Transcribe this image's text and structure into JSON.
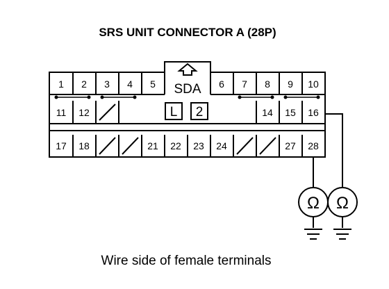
{
  "title": "SRS UNIT CONNECTOR A (28P)",
  "caption": "Wire side of female terminals",
  "connector_label": "SDA",
  "lock_labels": {
    "left": "L",
    "right": "2"
  },
  "pins": {
    "p1": "1",
    "p2": "2",
    "p3": "3",
    "p4": "4",
    "p5": "5",
    "p6": "6",
    "p7": "7",
    "p8": "8",
    "p9": "9",
    "p10": "10",
    "p11": "11",
    "p12": "12",
    "p14": "14",
    "p15": "15",
    "p16": "16",
    "p17": "17",
    "p18": "18",
    "p21": "21",
    "p22": "22",
    "p23": "23",
    "p24": "24",
    "p27": "27",
    "p28": "28"
  },
  "meter_symbol": "Ω",
  "colors": {
    "line": "#000000",
    "background": "#ffffff"
  }
}
